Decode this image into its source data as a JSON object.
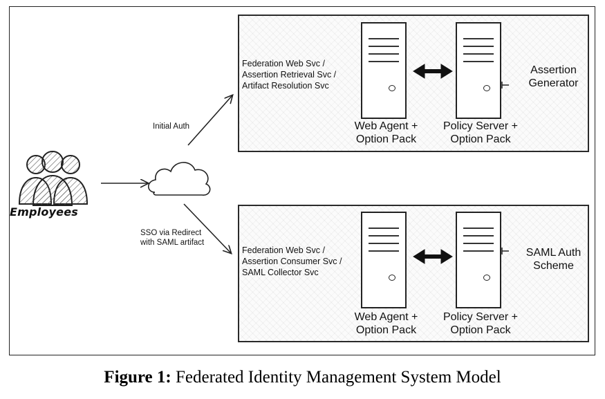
{
  "employees": {
    "label": "Employees"
  },
  "arrows": {
    "initial_auth": "Initial Auth",
    "sso_redirect": [
      "SSO via Redirect",
      "with SAML artifact"
    ]
  },
  "top_panel": {
    "services": [
      "Federation Web Svc /",
      "Assertion Retrieval Svc /",
      "Artifact Resolution Svc"
    ],
    "web_agent": [
      "Web Agent +",
      "Option Pack"
    ],
    "policy_server": [
      "Policy Server +",
      "Option Pack"
    ],
    "side_label": [
      "Assertion",
      "Generator"
    ]
  },
  "bottom_panel": {
    "services": [
      "Federation Web Svc /",
      "Assertion Consumer Svc /",
      "SAML Collector Svc"
    ],
    "web_agent": [
      "Web Agent +",
      "Option Pack"
    ],
    "policy_server": [
      "Policy Server +",
      "Option Pack"
    ],
    "side_label": [
      "SAML Auth",
      "Scheme"
    ]
  },
  "caption": {
    "label": "Figure 1:",
    "text": "Federated Identity Management System Model"
  }
}
